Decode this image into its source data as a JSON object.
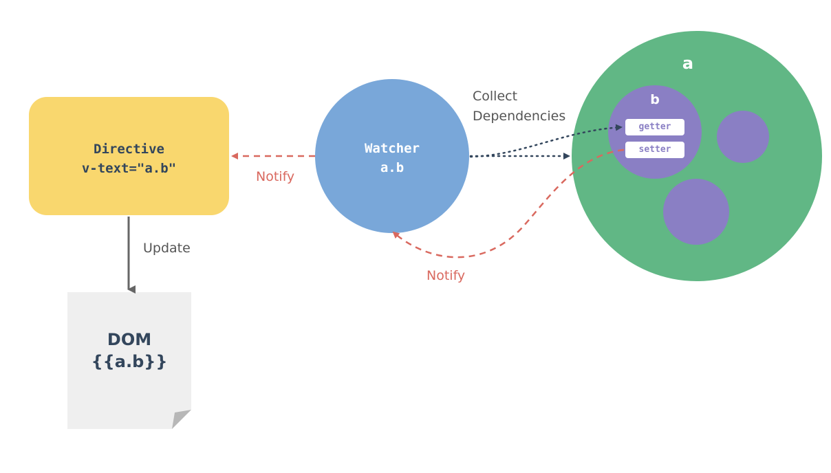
{
  "directive": {
    "line1": "Directive",
    "line2": "v-text=\"a.b\""
  },
  "watcher": {
    "line1": "Watcher",
    "line2": "a.b"
  },
  "dom": {
    "line1": "DOM",
    "line2": "{{a.b}}"
  },
  "object_a": {
    "label": "a"
  },
  "object_b": {
    "label": "b",
    "getter": "getter",
    "setter": "setter"
  },
  "edges": {
    "notify_directive": "Notify",
    "update": "Update",
    "collect_line1": "Collect",
    "collect_line2": "Dependencies",
    "notify_watcher": "Notify"
  },
  "colors": {
    "directive": "#f9d76e",
    "watcher": "#79a7d9",
    "object_a": "#61b785",
    "object_b": "#8a7fc4",
    "dom": "#efefef",
    "notify": "#d9695f",
    "collect": "#33465c",
    "update": "#666666",
    "text_dark": "#33465c",
    "text_label": "#555555"
  }
}
